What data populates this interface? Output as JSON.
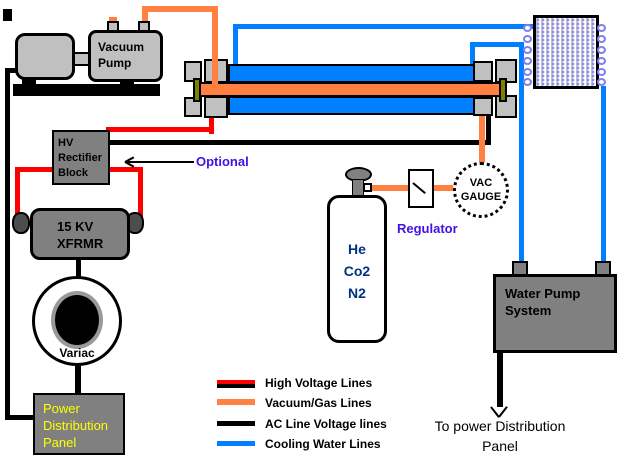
{
  "colors": {
    "red": "#ff0000",
    "orange": "#ff8040",
    "blue": "#0080ff",
    "grayl": "#c0c0c0",
    "grayd": "#808080",
    "yellow": "#ffff00",
    "purple": "#4411e6",
    "navy": "#003380",
    "olive": "#808000",
    "coil": "#8080f0"
  },
  "components": {
    "vacuum_pump": {
      "label": "Vacuum Pump"
    },
    "hv_rectifier": {
      "label": "HV Rectifier Block"
    },
    "xfrmr": {
      "label": "15 KV XFRMR"
    },
    "variac": {
      "label": "Variac"
    },
    "power_panel": {
      "label": "Power Distribution Panel"
    },
    "gas_tank": {
      "label": "He Co2 N2"
    },
    "regulator": {
      "label": "Regulator"
    },
    "vac_gauge": {
      "label": "VAC GAUGE"
    },
    "water_pump": {
      "label": "Water Pump System"
    }
  },
  "notes": {
    "optional": {
      "label": "Optional"
    },
    "to_panel": {
      "label": "To power Distribution Panel"
    }
  },
  "legend": {
    "items": [
      {
        "type": "high-voltage",
        "label": "High Voltage Lines"
      },
      {
        "type": "vacuum-gas",
        "label": "Vacuum/Gas Lines"
      },
      {
        "type": "ac-line",
        "label": "AC Line Voltage lines"
      },
      {
        "type": "cooling-water",
        "label": "Cooling Water Lines"
      }
    ]
  }
}
